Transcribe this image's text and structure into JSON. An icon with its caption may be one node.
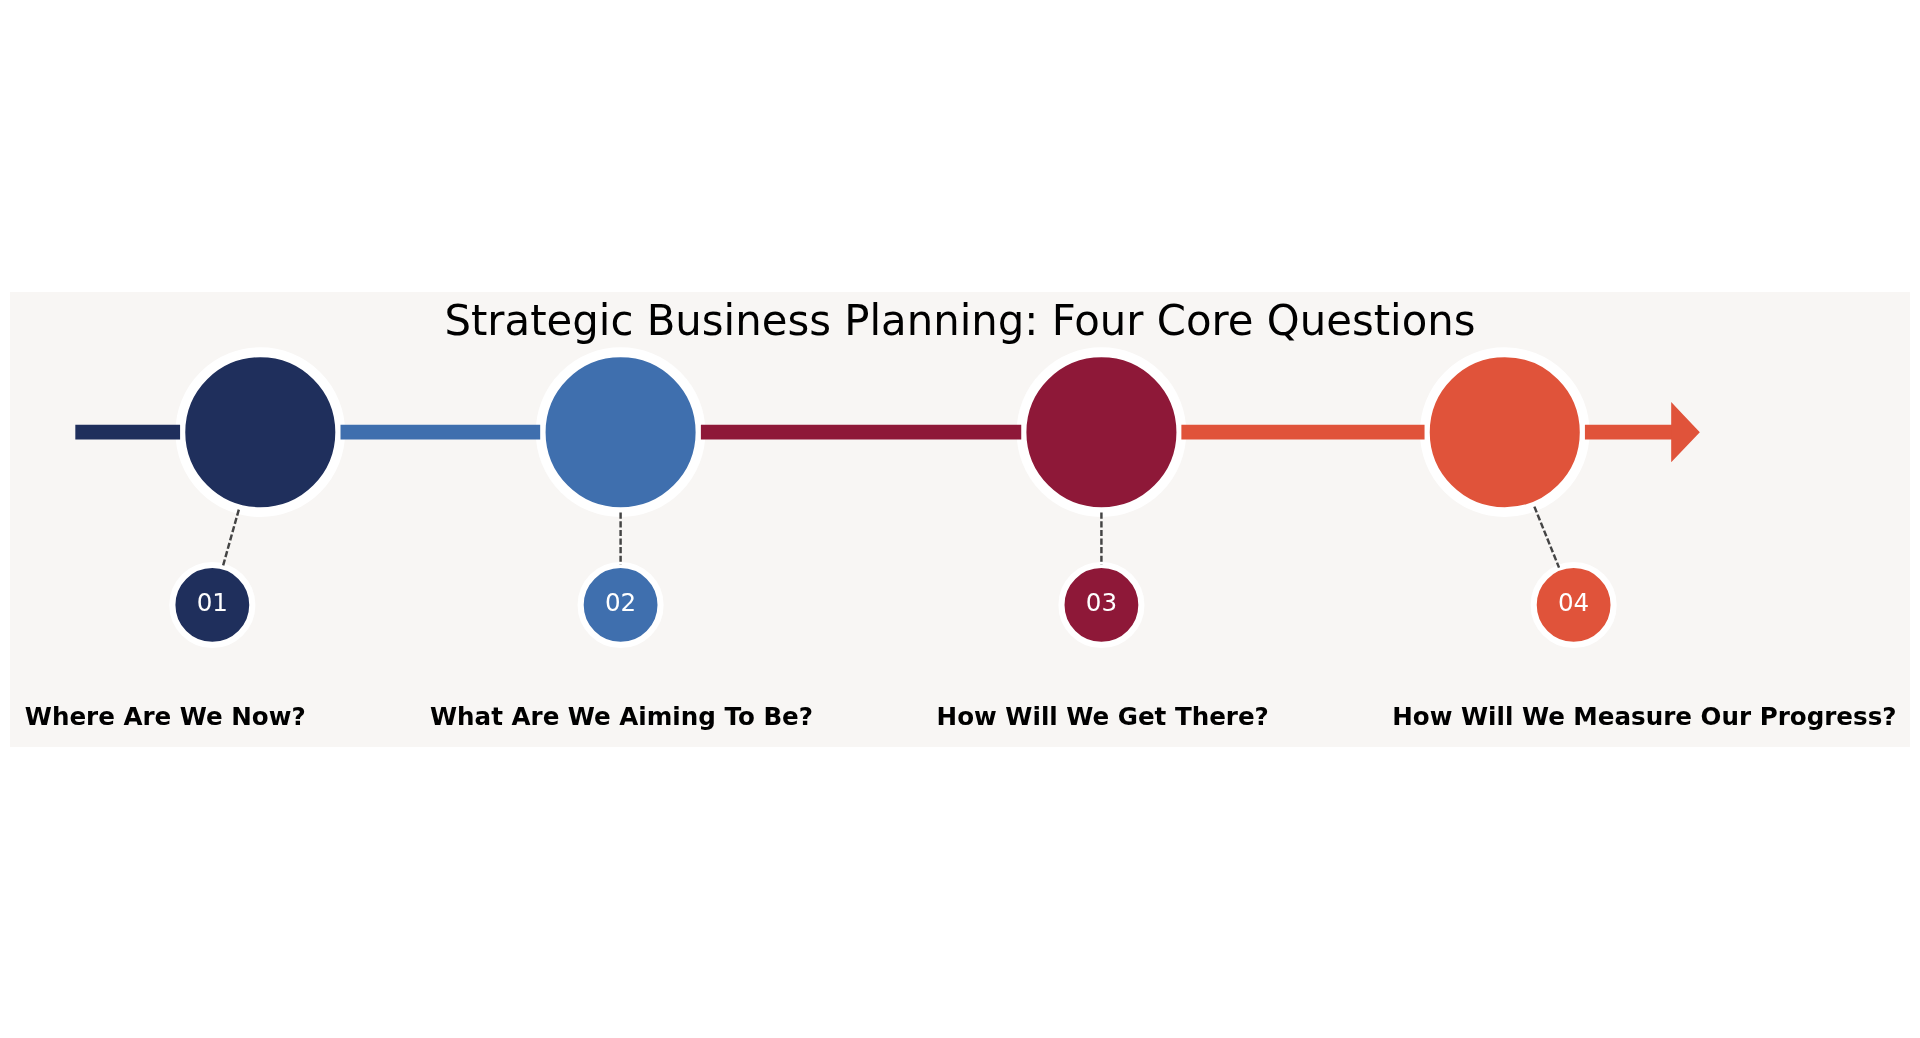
{
  "diagram": {
    "title": "Strategic Business Planning: Four Core Questions",
    "nodes": [
      {
        "text": [],
        "shape": "circle"
      },
      {
        "text": [],
        "shape": "circle"
      },
      {
        "text": [],
        "shape": "circle"
      },
      {
        "text": [],
        "shape": "circle"
      },
      {
        "text": [
          "01"
        ],
        "beside": [
          "Where Are We Now?"
        ]
      },
      {
        "text": [
          "02"
        ],
        "beside": [
          "What Are We Aiming To Be?"
        ]
      },
      {
        "text": [
          "03"
        ],
        "beside": [
          "How Will We Get There?"
        ]
      },
      {
        "text": [
          "04"
        ],
        "beside": [
          "How Will We Measure Our Progress?"
        ]
      }
    ],
    "edges": [
      {
        "from": null,
        "to": 0,
        "arrow": "none",
        "color": "#1f2f5c"
      },
      {
        "from": 0,
        "to": 1,
        "arrow": "none",
        "color": "#3f6fae"
      },
      {
        "from": 1,
        "to": 2,
        "arrow": "none",
        "color": "#8e1838"
      },
      {
        "from": 2,
        "to": 3,
        "arrow": "none",
        "color": "#e0533a"
      },
      {
        "from": 3,
        "to": null,
        "arrow": "to",
        "color": "#e0533a"
      },
      {
        "from": 0,
        "to": 4,
        "arrow": "none",
        "style": "dashed"
      },
      {
        "from": 1,
        "to": 5,
        "arrow": "none",
        "style": "dashed"
      },
      {
        "from": 2,
        "to": 6,
        "arrow": "none",
        "style": "dashed"
      },
      {
        "from": 3,
        "to": 7,
        "arrow": "none",
        "style": "dashed"
      }
    ]
  }
}
